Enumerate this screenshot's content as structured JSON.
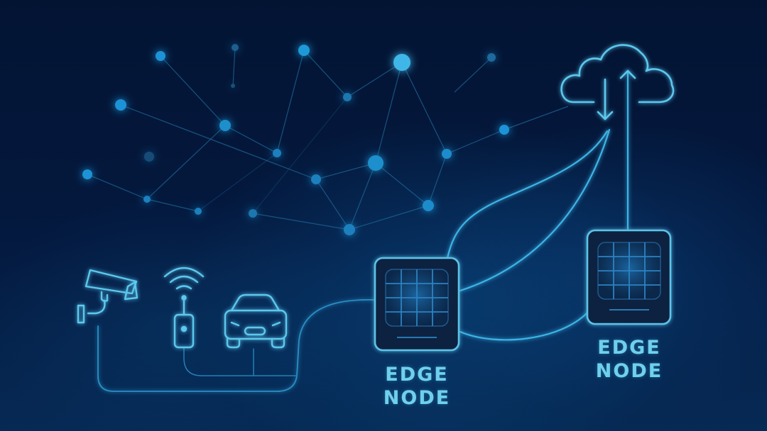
{
  "scene": {
    "title": "Edge computing diagram",
    "colors": {
      "background": "#04173a",
      "line": "#3cb4e6",
      "line_dim": "#1e6fa0",
      "node_fill": "#1c8fd0",
      "node_bright": "#3fb6e8",
      "label": "#6fd0ec",
      "box_border": "#5cc3ea",
      "box_fill": "#07203f"
    }
  },
  "edge_nodes": [
    {
      "id": "edge-node-left",
      "line1": "EDGE",
      "line2": "NODE",
      "icon": "chip-grid-icon"
    },
    {
      "id": "edge-node-right",
      "line1": "EDGE",
      "line2": "NODE",
      "icon": "chip-grid-icon"
    }
  ],
  "devices": [
    {
      "name": "security-camera",
      "icon": "cctv-camera-icon"
    },
    {
      "name": "wireless-sensor",
      "icon": "wifi-sensor-icon"
    },
    {
      "name": "car",
      "icon": "car-icon"
    }
  ],
  "cloud": {
    "icon": "cloud-upload-download-icon",
    "arrows": [
      "down",
      "up"
    ]
  }
}
